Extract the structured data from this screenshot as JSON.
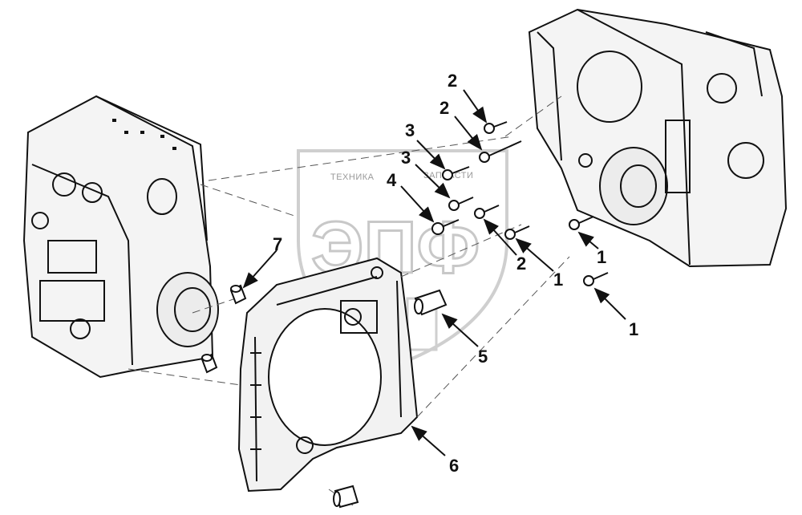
{
  "watermark": {
    "brand_left": "ТЕХНИКА",
    "brand_right": "ЗАПЧАСТИ",
    "logo": "ЭПФ"
  },
  "callouts": [
    {
      "id": "c2a",
      "label": "2"
    },
    {
      "id": "c2b",
      "label": "2"
    },
    {
      "id": "c3a",
      "label": "3"
    },
    {
      "id": "c3b",
      "label": "3"
    },
    {
      "id": "c4",
      "label": "4"
    },
    {
      "id": "c7",
      "label": "7"
    },
    {
      "id": "c2c",
      "label": "2"
    },
    {
      "id": "c1a",
      "label": "1"
    },
    {
      "id": "c1b",
      "label": "1"
    },
    {
      "id": "c1c",
      "label": "1"
    },
    {
      "id": "c5",
      "label": "5"
    },
    {
      "id": "c6",
      "label": "6"
    }
  ],
  "colors": {
    "line": "#111111",
    "watermark": "#c8c8c8"
  }
}
